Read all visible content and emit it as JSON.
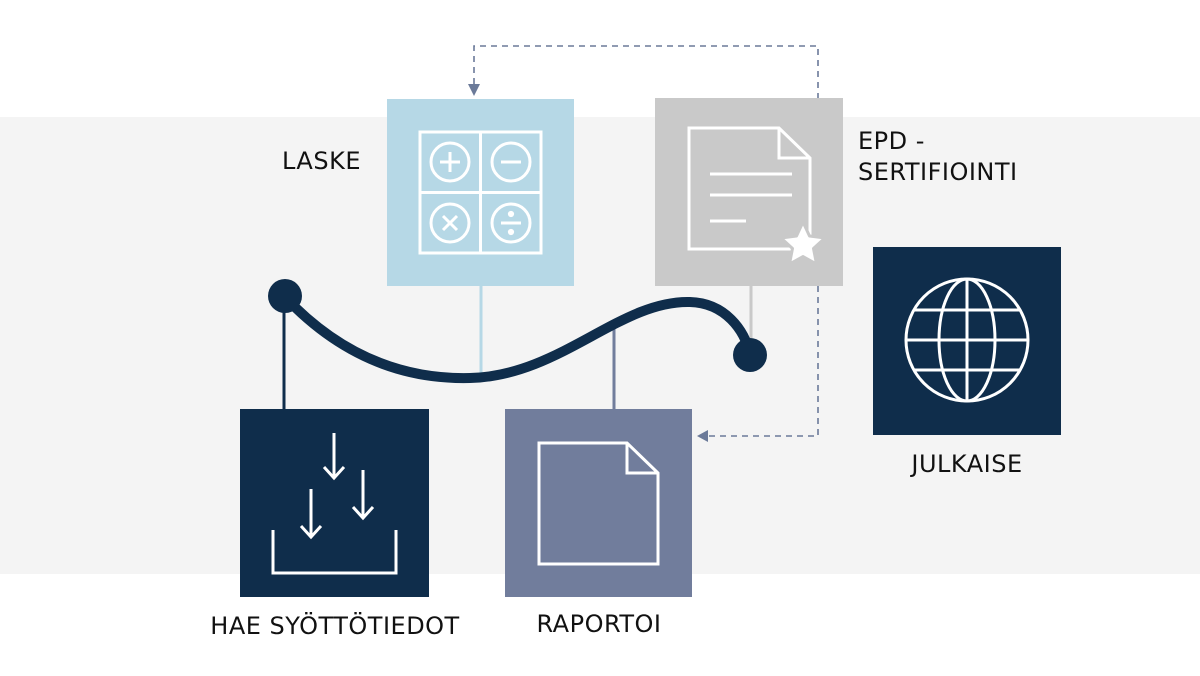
{
  "steps": {
    "laske": {
      "label": "LASKE",
      "color": "#b6d8e6",
      "icon": "calculator-icon"
    },
    "epd": {
      "label_line1": "EPD -",
      "label_line2": "SERTIFIOINTI",
      "color": "#c9c9c9",
      "icon": "certificate-document-icon"
    },
    "julkaise": {
      "label": "JULKAISE",
      "color": "#0f2d4b",
      "icon": "globe-icon"
    },
    "hae": {
      "label": "HAE SYÖTTÖTIEDOT",
      "color": "#0f2d4b",
      "icon": "download-tray-icon"
    },
    "raportoi": {
      "label": "RAPORTOI",
      "color": "#717d9c",
      "icon": "document-icon"
    }
  },
  "colors": {
    "band": "#f4f4f4",
    "curve": "#0f2d4b",
    "dashed_arrow": "#6b7a99"
  }
}
